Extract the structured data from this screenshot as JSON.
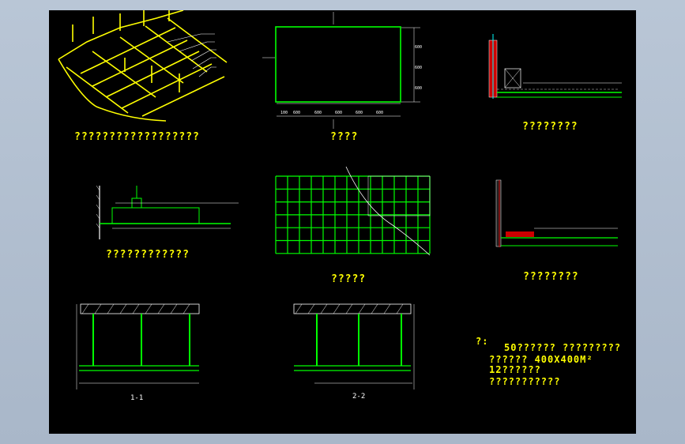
{
  "captions": {
    "isometric": "??????????????????",
    "plan": "????",
    "wall_detail_top": "????????",
    "joint_detail": "????????????",
    "layout_plan": "?????",
    "wall_detail_mid": "????????"
  },
  "sections": {
    "s1": "1-1",
    "s2": "2-2"
  },
  "notes": {
    "title": "?:",
    "line1": "50?????? ?????????",
    "line2": "?????? 400X400M²",
    "line3": "12??????",
    "line4": "???????????"
  },
  "colors": {
    "background": "#000000",
    "linework": "#00ff00",
    "text": "#ffff00",
    "frame": "#b9c6d6"
  }
}
